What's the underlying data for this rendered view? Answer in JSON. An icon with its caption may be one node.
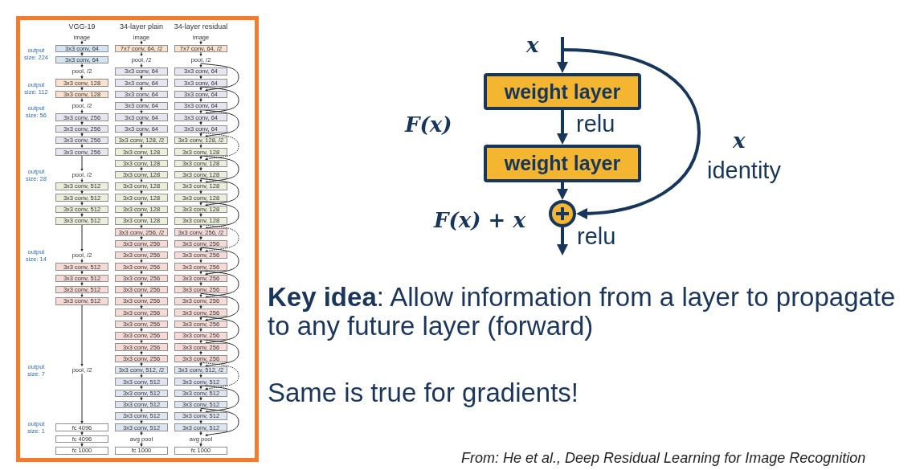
{
  "diagram": {
    "nodes": [
      {
        "text": [],
        "shape": "box"
      },
      {
        "text": [
          "image"
        ],
        "in": 0
      },
      {
        "text": [
          "3x3 conv, 64"
        ],
        "in": 0
      },
      {
        "text": [
          "3x3 conv, 64"
        ],
        "in": 0
      },
      {
        "text": [
          "pool, /2"
        ],
        "in": 0
      },
      {
        "text": [
          "3x3 conv, 128"
        ],
        "in": 0
      },
      {
        "text": [
          "3x3 conv, 128"
        ],
        "in": 0
      },
      {
        "text": [
          "pool, /2"
        ],
        "in": 0
      },
      {
        "text": [
          "3x3 conv, 256"
        ],
        "in": 0
      },
      {
        "text": [
          "3x3 conv, 256"
        ],
        "in": 0
      },
      {
        "text": [
          "3x3 conv, 256"
        ],
        "in": 0
      },
      {
        "text": [
          "3x3 conv, 256"
        ],
        "in": 0
      },
      {
        "text": [
          "pool, /2"
        ],
        "in": 0
      },
      {
        "text": [
          "3x3 conv, 512"
        ],
        "in": 0
      },
      {
        "text": [
          "3x3 conv, 512"
        ],
        "in": 0
      },
      {
        "text": [
          "3x3 conv, 512"
        ],
        "in": 0
      },
      {
        "text": [
          "3x3 conv, 512"
        ],
        "in": 0
      },
      {
        "text": [
          "pool, /2"
        ],
        "in": 0
      },
      {
        "text": [
          "3x3 conv, 512"
        ],
        "in": 0
      },
      {
        "text": [
          "3x3 conv, 512"
        ],
        "in": 0
      },
      {
        "text": [
          "3x3 conv, 512"
        ],
        "in": 0
      },
      {
        "text": [
          "3x3 conv, 512"
        ],
        "in": 0
      },
      {
        "text": [
          "pool, /2"
        ],
        "in": 0
      },
      {
        "text": [
          "fc 4096"
        ],
        "in": 0
      },
      {
        "text": [
          "fc 4096"
        ],
        "in": 0
      },
      {
        "text": [
          "fc 1000"
        ],
        "in": 0
      },
      {
        "text": [
          "image"
        ],
        "in": 0
      },
      {
        "text": [
          "7x7 conv, 64, /2"
        ],
        "in": 0
      },
      {
        "text": [
          "pool, /2"
        ],
        "in": 0
      },
      {
        "text": [
          "3x3 conv, 64"
        ],
        "in": 0
      },
      {
        "text": [
          "3x3 conv, 64"
        ],
        "in": 0
      },
      {
        "text": [
          "3x3 conv, 64"
        ],
        "in": 0
      },
      {
        "text": [
          "3x3 conv, 64"
        ],
        "in": 0
      },
      {
        "text": [
          "3x3 conv, 64"
        ],
        "in": 0
      },
      {
        "text": [
          "3x3 conv, 64"
        ],
        "in": 0
      },
      {
        "text": [
          "3x3 conv, 128, /2"
        ],
        "in": 0
      },
      {
        "text": [
          "3x3 conv, 128"
        ],
        "in": 0
      },
      {
        "text": [
          "3x3 conv, 128"
        ],
        "in": 0
      },
      {
        "text": [
          "3x3 conv, 128"
        ],
        "in": 0
      },
      {
        "text": [
          "3x3 conv, 128"
        ],
        "in": 0
      },
      {
        "text": [
          "3x3 conv, 128"
        ],
        "in": 0
      },
      {
        "text": [
          "3x3 conv, 128"
        ],
        "in": 0
      },
      {
        "text": [
          "3x3 conv, 128"
        ],
        "in": 0
      },
      {
        "text": [
          "3x3 conv, 256, /2"
        ],
        "in": 0
      },
      {
        "text": [
          "3x3 conv, 256"
        ],
        "in": 0
      },
      {
        "text": [
          "3x3 conv, 256"
        ],
        "in": 0
      },
      {
        "text": [
          "3x3 conv, 256"
        ],
        "in": 0
      },
      {
        "text": [
          "3x3 conv, 256"
        ],
        "in": 0
      },
      {
        "text": [
          "3x3 conv, 256"
        ],
        "in": 0
      },
      {
        "text": [
          "3x3 conv, 256"
        ],
        "in": 0
      },
      {
        "text": [
          "3x3 conv, 256"
        ],
        "in": 0
      },
      {
        "text": [
          "3x3 conv, 256"
        ],
        "in": 0
      },
      {
        "text": [
          "3x3 conv, 256"
        ],
        "in": 0
      },
      {
        "text": [
          "3x3 conv, 256"
        ],
        "in": 0
      },
      {
        "text": [
          "3x3 conv, 256"
        ],
        "in": 0
      },
      {
        "text": [
          "3x3 conv, 512, /2"
        ],
        "in": 0
      },
      {
        "text": [
          "3x3 conv, 512"
        ],
        "in": 0
      },
      {
        "text": [
          "3x3 conv, 512"
        ],
        "in": 0
      },
      {
        "text": [
          "3x3 conv, 512"
        ],
        "in": 0
      },
      {
        "text": [
          "3x3 conv, 512"
        ],
        "in": 0
      },
      {
        "text": [
          "3x3 conv, 512"
        ],
        "in": 0
      },
      {
        "text": [
          "avg pool"
        ],
        "in": 0
      },
      {
        "text": [
          "fc 1000"
        ],
        "in": 0
      },
      {
        "text": [
          "image"
        ],
        "in": 0
      },
      {
        "text": [
          "7x7 conv, 64, /2"
        ],
        "in": 0
      },
      {
        "text": [
          "pool, /2"
        ],
        "in": 0
      },
      {
        "text": [
          "3x3 conv, 64"
        ],
        "in": 0
      },
      {
        "text": [
          "3x3 conv, 64"
        ],
        "in": 0
      },
      {
        "text": [
          "3x3 conv, 64"
        ],
        "in": 0
      },
      {
        "text": [
          "3x3 conv, 64"
        ],
        "in": 0
      },
      {
        "text": [
          "3x3 conv, 64"
        ],
        "in": 0
      },
      {
        "text": [
          "3x3 conv, 64"
        ],
        "in": 0
      },
      {
        "text": [
          "3x3 conv, 128, /2"
        ],
        "in": 0
      },
      {
        "text": [
          "3x3 conv, 128"
        ],
        "in": 0
      },
      {
        "text": [
          "3x3 conv, 128"
        ],
        "in": 0
      },
      {
        "text": [
          "3x3 conv, 128"
        ],
        "in": 0
      },
      {
        "text": [
          "3x3 conv, 128"
        ],
        "in": 0
      },
      {
        "text": [
          "3x3 conv, 128"
        ],
        "in": 0
      },
      {
        "text": [
          "3x3 conv, 128"
        ],
        "in": 0
      },
      {
        "text": [
          "3x3 conv, 128"
        ],
        "in": 0
      },
      {
        "text": [
          "3x3 conv, 256, /2"
        ],
        "in": 0
      },
      {
        "text": [
          "3x3 conv, 256"
        ],
        "in": 0
      },
      {
        "text": [
          "3x3 conv, 256"
        ],
        "in": 0
      },
      {
        "text": [
          "3x3 conv, 256"
        ],
        "in": 0
      },
      {
        "text": [
          "3x3 conv, 256"
        ],
        "in": 0
      },
      {
        "text": [
          "3x3 conv, 256"
        ],
        "in": 0
      },
      {
        "text": [
          "3x3 conv, 256"
        ],
        "in": 0
      },
      {
        "text": [
          "3x3 conv, 256"
        ],
        "in": 0
      },
      {
        "text": [
          "3x3 conv, 256"
        ],
        "in": 0
      },
      {
        "text": [
          "3x3 conv, 256"
        ],
        "in": 0
      },
      {
        "text": [
          "3x3 conv, 256"
        ],
        "in": 0
      },
      {
        "text": [
          "3x3 conv, 256"
        ],
        "in": 0
      },
      {
        "text": [
          "3x3 conv, 512, /2"
        ],
        "in": 0
      },
      {
        "text": [
          "3x3 conv, 512"
        ],
        "in": 0
      },
      {
        "text": [
          "3x3 conv, 512"
        ],
        "in": 0
      },
      {
        "text": [
          "3x3 conv, 512"
        ],
        "in": 0
      },
      {
        "text": [
          "3x3 conv, 512"
        ],
        "in": 0
      },
      {
        "text": [
          "3x3 conv, 512"
        ],
        "in": 0
      },
      {
        "text": [
          "avg pool"
        ],
        "in": 0
      },
      {
        "text": [
          "fc 1000"
        ],
        "in": 0
      },
      {
        "text": [
          "weight layer"
        ]
      },
      {
        "text": [
          "weight layer"
        ]
      },
      {
        "text": [],
        "shape": "circle",
        "beside": [
          "F(x) + x"
        ]
      }
    ],
    "edges": [
      {
        "from": 1,
        "to": 2,
        "arrow": "to"
      },
      {
        "from": 2,
        "to": 3,
        "arrow": "to"
      },
      {
        "from": 3,
        "to": 4,
        "arrow": "to"
      },
      {
        "from": 4,
        "to": 5,
        "arrow": "to"
      },
      {
        "from": 5,
        "to": 6,
        "arrow": "to"
      },
      {
        "from": 6,
        "to": 7,
        "arrow": "to"
      },
      {
        "from": 7,
        "to": 8,
        "arrow": "to"
      },
      {
        "from": 8,
        "to": 9,
        "arrow": "to"
      },
      {
        "from": 9,
        "to": 10,
        "arrow": "to"
      },
      {
        "from": 10,
        "to": 11,
        "arrow": "to"
      },
      {
        "from": 11,
        "to": 12,
        "arrow": "to"
      },
      {
        "from": 12,
        "to": 13,
        "arrow": "to"
      },
      {
        "from": 13,
        "to": 14,
        "arrow": "to"
      },
      {
        "from": 14,
        "to": 15,
        "arrow": "to"
      },
      {
        "from": 15,
        "to": 16,
        "arrow": "to"
      },
      {
        "from": 16,
        "to": 17,
        "arrow": "to"
      },
      {
        "from": 17,
        "to": 18,
        "arrow": "to"
      },
      {
        "from": 18,
        "to": 19,
        "arrow": "to"
      },
      {
        "from": 19,
        "to": 20,
        "arrow": "to"
      },
      {
        "from": 20,
        "to": 21,
        "arrow": "to"
      },
      {
        "from": 21,
        "to": 22,
        "arrow": "to"
      },
      {
        "from": 22,
        "to": 23,
        "arrow": "to"
      },
      {
        "from": 23,
        "to": 24,
        "arrow": "to"
      },
      {
        "from": 24,
        "to": 25,
        "arrow": "to"
      },
      {
        "from": 26,
        "to": 27,
        "arrow": "to"
      },
      {
        "from": 27,
        "to": 28,
        "arrow": "to"
      },
      {
        "from": 28,
        "to": 29,
        "arrow": "to"
      },
      {
        "from": 29,
        "to": 30,
        "arrow": "to"
      },
      {
        "from": 30,
        "to": 31,
        "arrow": "to"
      },
      {
        "from": 31,
        "to": 32,
        "arrow": "to"
      },
      {
        "from": 32,
        "to": 33,
        "arrow": "to"
      },
      {
        "from": 33,
        "to": 34,
        "arrow": "to"
      },
      {
        "from": 34,
        "to": 35,
        "arrow": "to"
      },
      {
        "from": 35,
        "to": 36,
        "arrow": "to"
      },
      {
        "from": 36,
        "to": 37,
        "arrow": "to"
      },
      {
        "from": 37,
        "to": 38,
        "arrow": "to"
      },
      {
        "from": 38,
        "to": 39,
        "arrow": "to"
      },
      {
        "from": 39,
        "to": 40,
        "arrow": "to"
      },
      {
        "from": 40,
        "to": 41,
        "arrow": "to"
      },
      {
        "from": 41,
        "to": 42,
        "arrow": "to"
      },
      {
        "from": 42,
        "to": 43,
        "arrow": "to"
      },
      {
        "from": 43,
        "to": 44,
        "arrow": "to"
      },
      {
        "from": 44,
        "to": 45,
        "arrow": "to"
      },
      {
        "from": 45,
        "to": 46,
        "arrow": "to"
      },
      {
        "from": 46,
        "to": 47,
        "arrow": "to"
      },
      {
        "from": 47,
        "to": 48,
        "arrow": "to"
      },
      {
        "from": 48,
        "to": 49,
        "arrow": "to"
      },
      {
        "from": 49,
        "to": 50,
        "arrow": "to"
      },
      {
        "from": 50,
        "to": 51,
        "arrow": "to"
      },
      {
        "from": 51,
        "to": 52,
        "arrow": "to"
      },
      {
        "from": 52,
        "to": 53,
        "arrow": "to"
      },
      {
        "from": 53,
        "to": 54,
        "arrow": "to"
      },
      {
        "from": 54,
        "to": 55,
        "arrow": "to"
      },
      {
        "from": 55,
        "to": 56,
        "arrow": "to"
      },
      {
        "from": 56,
        "to": 57,
        "arrow": "to"
      },
      {
        "from": 57,
        "to": 58,
        "arrow": "to"
      },
      {
        "from": 58,
        "to": 59,
        "arrow": "to"
      },
      {
        "from": 59,
        "to": 60,
        "arrow": "to"
      },
      {
        "from": 60,
        "to": 61,
        "arrow": "to"
      },
      {
        "from": 61,
        "to": 62,
        "arrow": "to"
      },
      {
        "from": 63,
        "to": 64,
        "arrow": "to"
      },
      {
        "from": 64,
        "to": 65,
        "arrow": "to"
      },
      {
        "from": 65,
        "to": 66,
        "arrow": "to"
      },
      {
        "from": 66,
        "to": 67,
        "arrow": "to"
      },
      {
        "from": 67,
        "to": 68,
        "arrow": "to"
      },
      {
        "from": 68,
        "to": 69,
        "arrow": "to"
      },
      {
        "from": 69,
        "to": 70,
        "arrow": "to"
      },
      {
        "from": 70,
        "to": 71,
        "arrow": "to"
      },
      {
        "from": 71,
        "to": 72,
        "arrow": "to"
      },
      {
        "from": 72,
        "to": 73,
        "arrow": "to"
      },
      {
        "from": 73,
        "to": 74,
        "arrow": "to"
      },
      {
        "from": 74,
        "to": 75,
        "arrow": "to"
      },
      {
        "from": 75,
        "to": 76,
        "arrow": "to"
      },
      {
        "from": 76,
        "to": 77,
        "arrow": "to"
      },
      {
        "from": 77,
        "to": 78,
        "arrow": "to"
      },
      {
        "from": 78,
        "to": 79,
        "arrow": "to"
      },
      {
        "from": 79,
        "to": 80,
        "arrow": "to"
      },
      {
        "from": 80,
        "to": 81,
        "arrow": "to"
      },
      {
        "from": 81,
        "to": 82,
        "arrow": "to"
      },
      {
        "from": 82,
        "to": 83,
        "arrow": "to"
      },
      {
        "from": 83,
        "to": 84,
        "arrow": "to"
      },
      {
        "from": 84,
        "to": 85,
        "arrow": "to"
      },
      {
        "from": 85,
        "to": 86,
        "arrow": "to"
      },
      {
        "from": 86,
        "to": 87,
        "arrow": "to"
      },
      {
        "from": 87,
        "to": 88,
        "arrow": "to"
      },
      {
        "from": 88,
        "to": 89,
        "arrow": "to"
      },
      {
        "from": 89,
        "to": 90,
        "arrow": "to"
      },
      {
        "from": 90,
        "to": 91,
        "arrow": "to"
      },
      {
        "from": 91,
        "to": 92,
        "arrow": "to"
      },
      {
        "from": 92,
        "to": 93,
        "arrow": "to"
      },
      {
        "from": 93,
        "to": 94,
        "arrow": "to"
      },
      {
        "from": 94,
        "to": 95,
        "arrow": "to"
      },
      {
        "from": 95,
        "to": 96,
        "arrow": "to"
      },
      {
        "from": 96,
        "to": 97,
        "arrow": "to"
      },
      {
        "from": 97,
        "to": 98,
        "arrow": "to"
      },
      {
        "from": 98,
        "to": 99,
        "arrow": "to"
      },
      {
        "from": 65,
        "to": 68,
        "arrow": "to"
      },
      {
        "from": 67,
        "to": 70,
        "arrow": "to"
      },
      {
        "from": 69,
        "to": 72,
        "arrow": "to"
      },
      {
        "from": 71,
        "to": 74,
        "arrow": "to",
        "style": "dashed"
      },
      {
        "from": 73,
        "to": 76,
        "arrow": "to"
      },
      {
        "from": 75,
        "to": 78,
        "arrow": "to"
      },
      {
        "from": 77,
        "to": 80,
        "arrow": "to"
      },
      {
        "from": 79,
        "to": 82,
        "arrow": "to",
        "style": "dashed"
      },
      {
        "from": 81,
        "to": 84,
        "arrow": "to"
      },
      {
        "from": 83,
        "to": 86,
        "arrow": "to"
      },
      {
        "from": 85,
        "to": 88,
        "arrow": "to"
      },
      {
        "from": 87,
        "to": 90,
        "arrow": "to"
      },
      {
        "from": 89,
        "to": 92,
        "arrow": "to"
      },
      {
        "from": 91,
        "to": 94,
        "arrow": "to",
        "style": "dashed"
      },
      {
        "from": 93,
        "to": 96,
        "arrow": "to"
      },
      {
        "from": 95,
        "to": 98,
        "arrow": "to"
      },
      {
        "from": null,
        "to": 100,
        "arrow": "to",
        "style": "thick",
        "color": "#17365c"
      },
      {
        "from": 100,
        "to": 101,
        "arrow": "to",
        "label": "relu",
        "style": "thick",
        "color": "#17365c"
      },
      {
        "from": 101,
        "to": 102,
        "arrow": "to",
        "style": "thick",
        "color": "#17365c"
      },
      {
        "from": null,
        "to": 102,
        "arrow": "to",
        "label": "identity",
        "style": "thick",
        "color": "#17365c"
      },
      {
        "from": 102,
        "to": null,
        "arrow": "to",
        "label": "relu",
        "style": "thick",
        "color": "#17365c"
      }
    ],
    "labels": [
      "VGG-19",
      "34-layer plain",
      "34-layer residual",
      "output size: 224",
      "output size: 112",
      "output size: 56",
      "output size: 28",
      "output size: 14",
      "output size: 7",
      "output size: 1",
      "x",
      "F(x)",
      "x",
      "**Key idea**: Allow information from a layer to propagate to any future layer (forward)",
      "Same is true for gradients!",
      "From: He et al., Deep Residual Learning for Image Recognition"
    ]
  }
}
